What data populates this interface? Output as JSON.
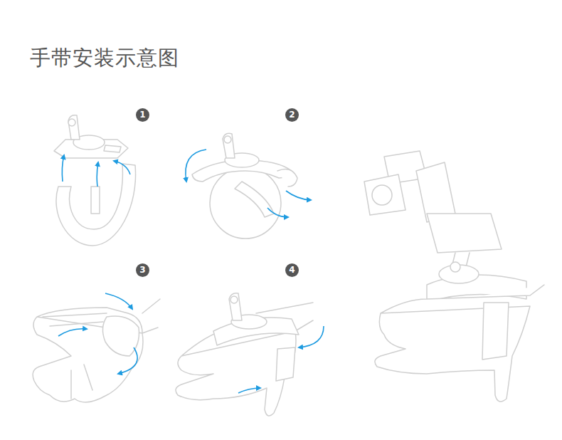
{
  "diagram": {
    "title": "手带安装示意图",
    "labels": [
      "1",
      "2",
      "3",
      "4"
    ]
  }
}
